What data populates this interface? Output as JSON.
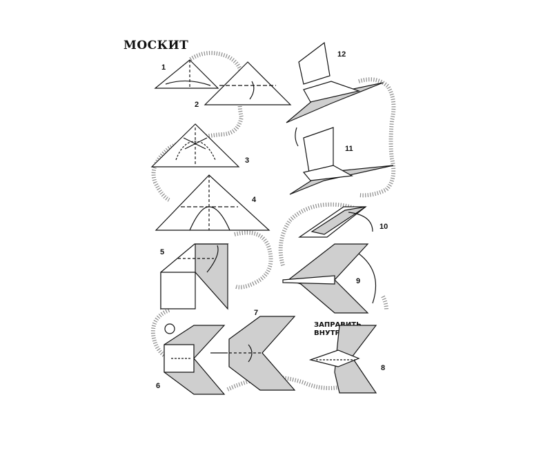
{
  "title": "МОСКИТ",
  "note_line1": "ЗАПРАВИТЬ",
  "note_line2": "ВНУТРЬ",
  "steps": [
    "1",
    "2",
    "3",
    "4",
    "5",
    "6",
    "7",
    "8",
    "9",
    "10",
    "11",
    "12"
  ],
  "colors": {
    "paper": "#ffffff",
    "ink": "#111111",
    "shade": "#c9c9c9",
    "path": "#8a8a8a"
  }
}
